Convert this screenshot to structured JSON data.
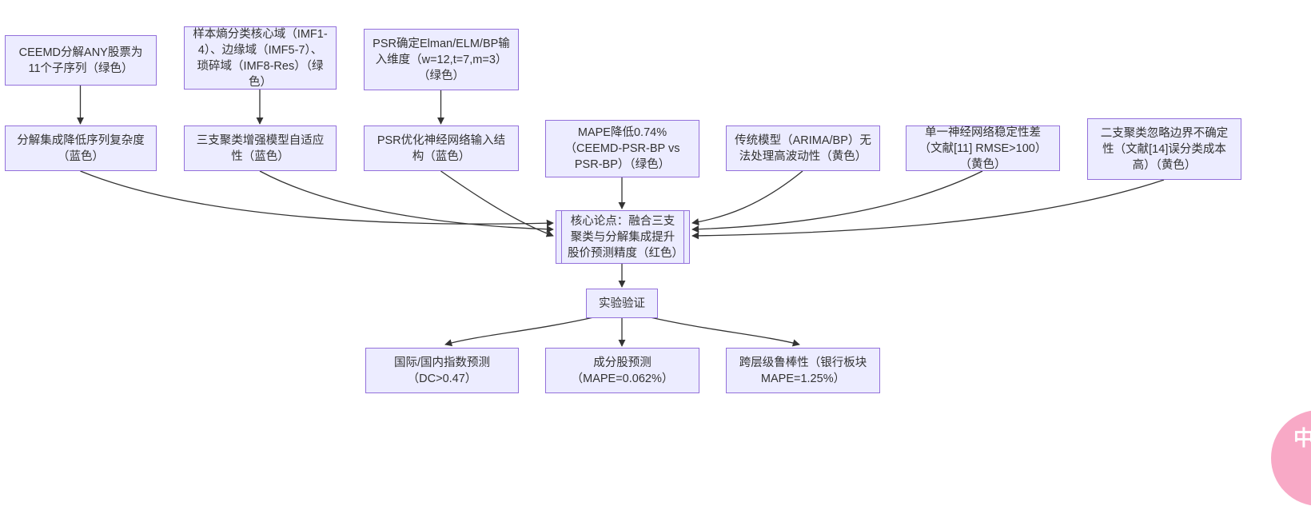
{
  "diagram": {
    "colors": {
      "node_fill": "#ECECFF",
      "node_border": "#9370DB",
      "edge": "#333333",
      "text": "#333333",
      "background": "#ffffff",
      "watermark_bg": "#F8A9C6",
      "watermark_text": "#ffffff"
    },
    "nodes": [
      {
        "id": "ceemd-decompose",
        "label": "CEEMD分解ANY股票为11个子序列（绿色）"
      },
      {
        "id": "sample-entropy",
        "label": "样本熵分类核心域（IMF1-4）、边缘域（IMF5-7）、琐碎域（IMF8-Res）（绿色）"
      },
      {
        "id": "psr-dimension",
        "label": "PSR确定Elman/ELM/BP输入维度（w=12,t=7,m=3）（绿色）"
      },
      {
        "id": "decompose-ensemble",
        "label": "分解集成降低序列复杂度（蓝色）"
      },
      {
        "id": "three-way-cluster",
        "label": "三支聚类增强模型自适应性（蓝色）"
      },
      {
        "id": "psr-optimize",
        "label": "PSR优化神经网络输入结构（蓝色）"
      },
      {
        "id": "mape-reduce",
        "label": "MAPE降低0.74%（CEEMD-PSR-BP vs PSR-BP）（绿色）"
      },
      {
        "id": "traditional-model",
        "label": "传统模型（ARIMA/BP）无法处理高波动性（黄色）"
      },
      {
        "id": "single-network",
        "label": "单一神经网络稳定性差（文献[11] RMSE>100）（黄色）"
      },
      {
        "id": "two-way-cluster",
        "label": "二支聚类忽略边界不确定性（文献[14]误分类成本高）（黄色）"
      },
      {
        "id": "core-claim",
        "label": "核心论点：融合三支聚类与分解集成提升股价预测精度（红色）"
      },
      {
        "id": "experiment",
        "label": "实验验证"
      },
      {
        "id": "index-forecast",
        "label": "国际/国内指数预测（DC>0.47）"
      },
      {
        "id": "component-forecast",
        "label": "成分股预测（MAPE=0.062%）"
      },
      {
        "id": "robustness",
        "label": "跨层级鲁棒性（银行板块MAPE=1.25%）"
      }
    ],
    "watermark": {
      "label": "中A"
    }
  }
}
